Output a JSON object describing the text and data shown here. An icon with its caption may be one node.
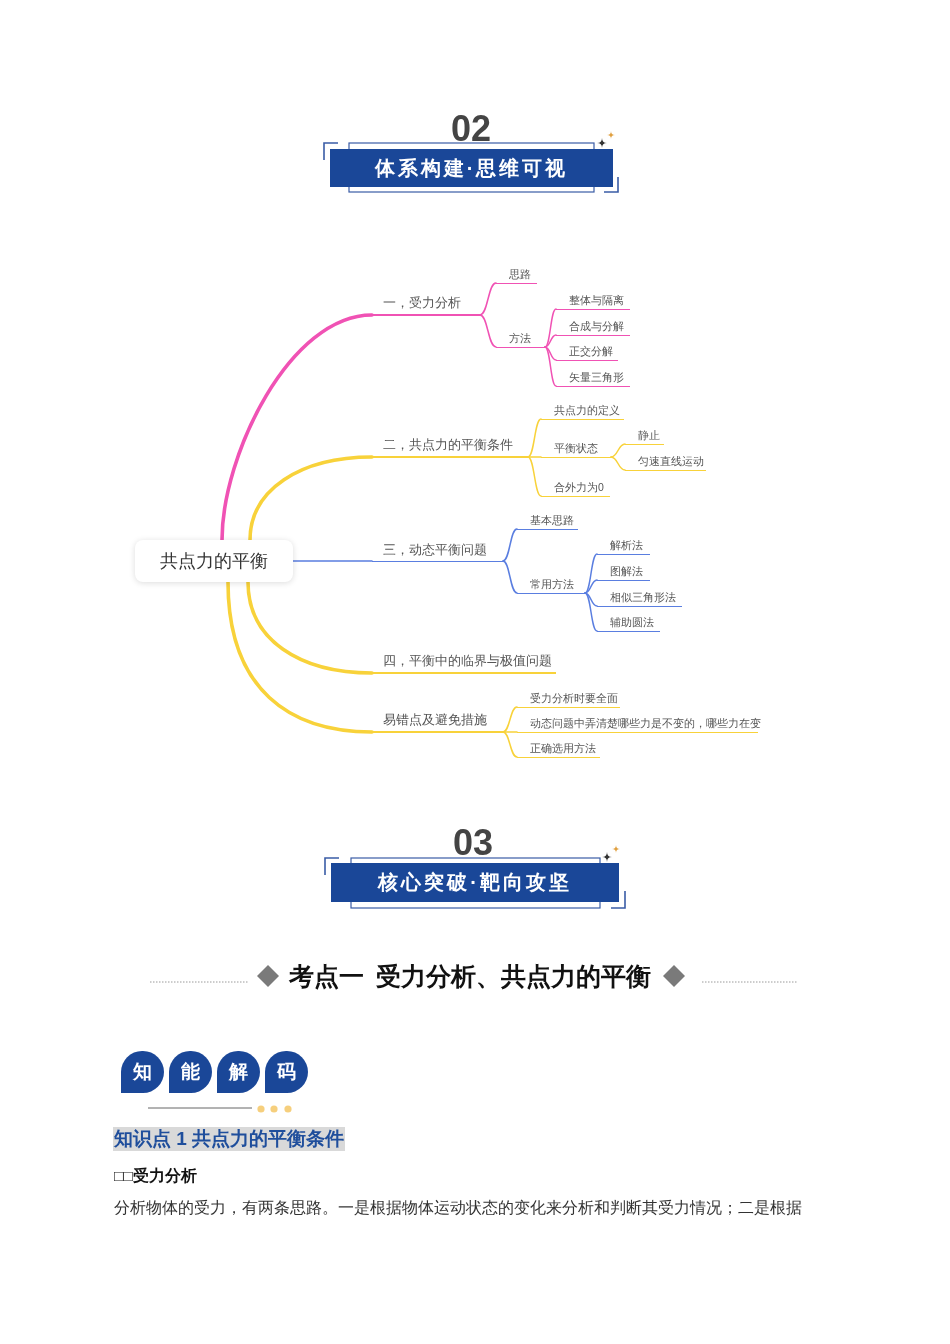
{
  "diagram": {
    "nodes": [
      {
        "text": [
          "体系构建·思维可视"
        ],
        "beside": [
          "02"
        ]
      },
      {
        "text": [
          "共点力的平衡"
        ]
      },
      {
        "text": [
          "一，受力分析"
        ]
      },
      {
        "text": [
          "思路"
        ]
      },
      {
        "text": [
          "方法"
        ]
      },
      {
        "text": [
          "整体与隔离"
        ]
      },
      {
        "text": [
          "合成与分解"
        ]
      },
      {
        "text": [
          "正交分解"
        ]
      },
      {
        "text": [
          "矢量三角形"
        ]
      },
      {
        "text": [
          "二，共点力的平衡条件"
        ]
      },
      {
        "text": [
          "共点力的定义"
        ]
      },
      {
        "text": [
          "平衡状态"
        ]
      },
      {
        "text": [
          "静止"
        ]
      },
      {
        "text": [
          "匀速直线运动"
        ]
      },
      {
        "text": [
          "合外力为0"
        ]
      },
      {
        "text": [
          "三，动态平衡问题"
        ]
      },
      {
        "text": [
          "基本思路"
        ]
      },
      {
        "text": [
          "常用方法"
        ]
      },
      {
        "text": [
          "解析法"
        ]
      },
      {
        "text": [
          "图解法"
        ]
      },
      {
        "text": [
          "相似三角形法"
        ]
      },
      {
        "text": [
          "辅助圆法"
        ]
      },
      {
        "text": [
          "四，平衡中的临界与极值问题"
        ]
      },
      {
        "text": [
          "易错点及避免措施"
        ]
      },
      {
        "text": [
          "受力分析时要全面"
        ]
      },
      {
        "text": [
          "动态问题中弄清楚哪些力是不变的，哪些力在变"
        ]
      },
      {
        "text": [
          "正确选用方法"
        ]
      },
      {
        "text": [
          "核心突破·靶向攻坚"
        ],
        "beside": [
          "03"
        ]
      },
      {
        "text": [
          "知"
        ]
      },
      {
        "text": [
          "能"
        ]
      },
      {
        "text": [
          "解"
        ]
      },
      {
        "text": [
          "码"
        ]
      }
    ],
    "edges": [
      {
        "from": 1,
        "to": 2,
        "arrow": "none",
        "style": "thick",
        "color": "#f052b4"
      },
      {
        "from": 2,
        "to": 3,
        "arrow": "none",
        "color": "#f052b4"
      },
      {
        "from": 2,
        "to": 4,
        "arrow": "none",
        "color": "#f052b4"
      },
      {
        "from": 4,
        "to": 5,
        "arrow": "none",
        "color": "#f052b4"
      },
      {
        "from": 4,
        "to": 6,
        "arrow": "none",
        "color": "#f052b4"
      },
      {
        "from": 4,
        "to": 7,
        "arrow": "none",
        "color": "#f052b4"
      },
      {
        "from": 4,
        "to": 8,
        "arrow": "none",
        "color": "#f052b4"
      },
      {
        "from": 1,
        "to": 9,
        "arrow": "none",
        "style": "thick"
      },
      {
        "from": 9,
        "to": 10,
        "arrow": "none"
      },
      {
        "from": 9,
        "to": 11,
        "arrow": "none"
      },
      {
        "from": 9,
        "to": 14,
        "arrow": "none"
      },
      {
        "from": 11,
        "to": 12,
        "arrow": "none"
      },
      {
        "from": 11,
        "to": 13,
        "arrow": "none"
      },
      {
        "from": 1,
        "to": 15,
        "arrow": "none",
        "color": "#5a7ee0"
      },
      {
        "from": 15,
        "to": 16,
        "arrow": "none",
        "color": "#5a7ee0"
      },
      {
        "from": 15,
        "to": 17,
        "arrow": "none",
        "color": "#5a7ee0"
      },
      {
        "from": 17,
        "to": 18,
        "arrow": "none",
        "color": "#5a7ee0"
      },
      {
        "from": 17,
        "to": 19,
        "arrow": "none",
        "color": "#5a7ee0"
      },
      {
        "from": 17,
        "to": 20,
        "arrow": "none",
        "color": "#5a7ee0"
      },
      {
        "from": 17,
        "to": 21,
        "arrow": "none",
        "color": "#5a7ee0"
      },
      {
        "from": 1,
        "to": 22,
        "arrow": "none",
        "style": "thick"
      },
      {
        "from": 1,
        "to": 23,
        "arrow": "none",
        "style": "thick"
      },
      {
        "from": 23,
        "to": 24,
        "arrow": "none"
      },
      {
        "from": 23,
        "to": 25,
        "arrow": "none"
      },
      {
        "from": 23,
        "to": 26,
        "arrow": "none"
      }
    ],
    "labels": [
      "考点一 受力分析、共点力的平衡",
      "知识点 1 共点力的平衡条件",
      "□□受力分析",
      "分析物体的受力，有两条思路。一是根据物体运动状态的变化来分析和判断其受力情况；二是根据"
    ]
  }
}
